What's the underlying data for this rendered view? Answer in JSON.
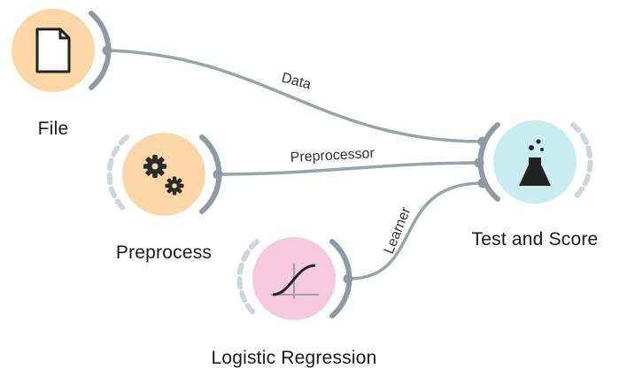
{
  "canvas": {
    "nodes": [
      {
        "id": "file",
        "title": "File",
        "icon": "document-icon",
        "color": "#fbd7a8"
      },
      {
        "id": "preprocess",
        "title": "Preprocess",
        "icon": "gears-icon",
        "color": "#fbd7a8"
      },
      {
        "id": "logistic-regression",
        "title": "Logistic Regression",
        "icon": "sigmoid-curve-icon",
        "color": "#f7c9dd"
      },
      {
        "id": "test-and-score",
        "title": "Test and Score",
        "icon": "flask-icon",
        "color": "#c8ecef"
      }
    ],
    "links": [
      {
        "from": "file",
        "to": "test-and-score",
        "label": "Data"
      },
      {
        "from": "preprocess",
        "to": "test-and-score",
        "label": "Preprocessor"
      },
      {
        "from": "logistic-regression",
        "to": "test-and-score",
        "label": "Learner"
      }
    ],
    "colors": {
      "link": "#97a3ad",
      "arc": "#8e9aa4",
      "dashed_arc": "#cfd6dc"
    }
  }
}
